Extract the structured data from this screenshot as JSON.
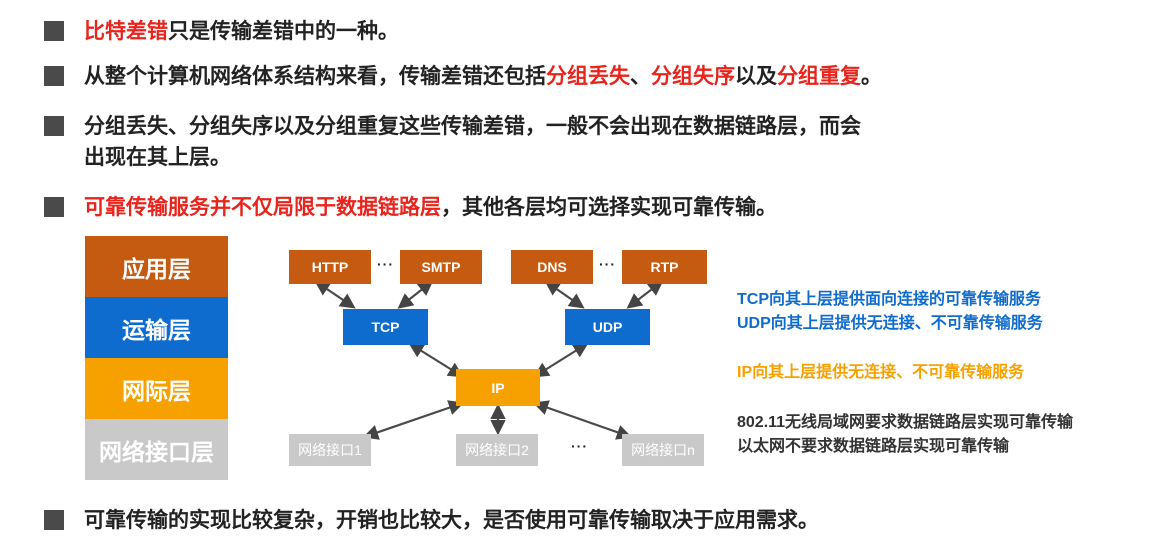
{
  "bullets": [
    {
      "red1": "比特差错",
      "text1": "只是传输差错中的一种。"
    },
    {
      "text1": "从整个计算机网络体系结构来看，传输差错还包括",
      "red1": "分组丢失",
      "sep1": "、",
      "red2": "分组失序",
      "sep2": "以及",
      "red3": "分组重复",
      "end": "。"
    },
    {
      "line1": "分组丢失、分组失序以及分组重复这些传输差错，一般不会出现在数据链路层，而会",
      "line2": "出现在其上层。"
    },
    {
      "red1": "可靠传输服务并不仅局限于数据链路层",
      "text1": "，其他各层均可选择实现可靠传输。"
    },
    {
      "text1": "可靠传输的实现比较复杂，开销也比较大，是否使用可靠传输取决于应用需求。"
    }
  ],
  "layers": [
    {
      "label": "应用层",
      "color": "#c55a11"
    },
    {
      "label": "运输层",
      "color": "#0f6ccf"
    },
    {
      "label": "网际层",
      "color": "#f7a100"
    },
    {
      "label": "网络接口层",
      "color": "#c9c9c9"
    }
  ],
  "protocols": {
    "http": "HTTP",
    "smtp": "SMTP",
    "dns": "DNS",
    "rtp": "RTP",
    "tcp": "TCP",
    "udp": "UDP",
    "ip": "IP",
    "if1": "网络接口1",
    "if2": "网络接口2",
    "ifn": "网络接口n",
    "ellipsis": "···"
  },
  "notes": {
    "tcp": "TCP向其上层提供面向连接的可靠传输服务",
    "udp": "UDP向其上层提供无连接、不可靠传输服务",
    "ip": "IP向其上层提供无连接、不可靠传输服务",
    "wifi": "802.11无线局域网要求数据链路层实现可靠传输",
    "ethernet": "以太网不要求数据链路层实现可靠传输"
  },
  "colors": {
    "highlight_red": "#e8241c",
    "note_blue": "#0f6ccf",
    "note_orange": "#f7a100",
    "note_dark": "#333333"
  }
}
